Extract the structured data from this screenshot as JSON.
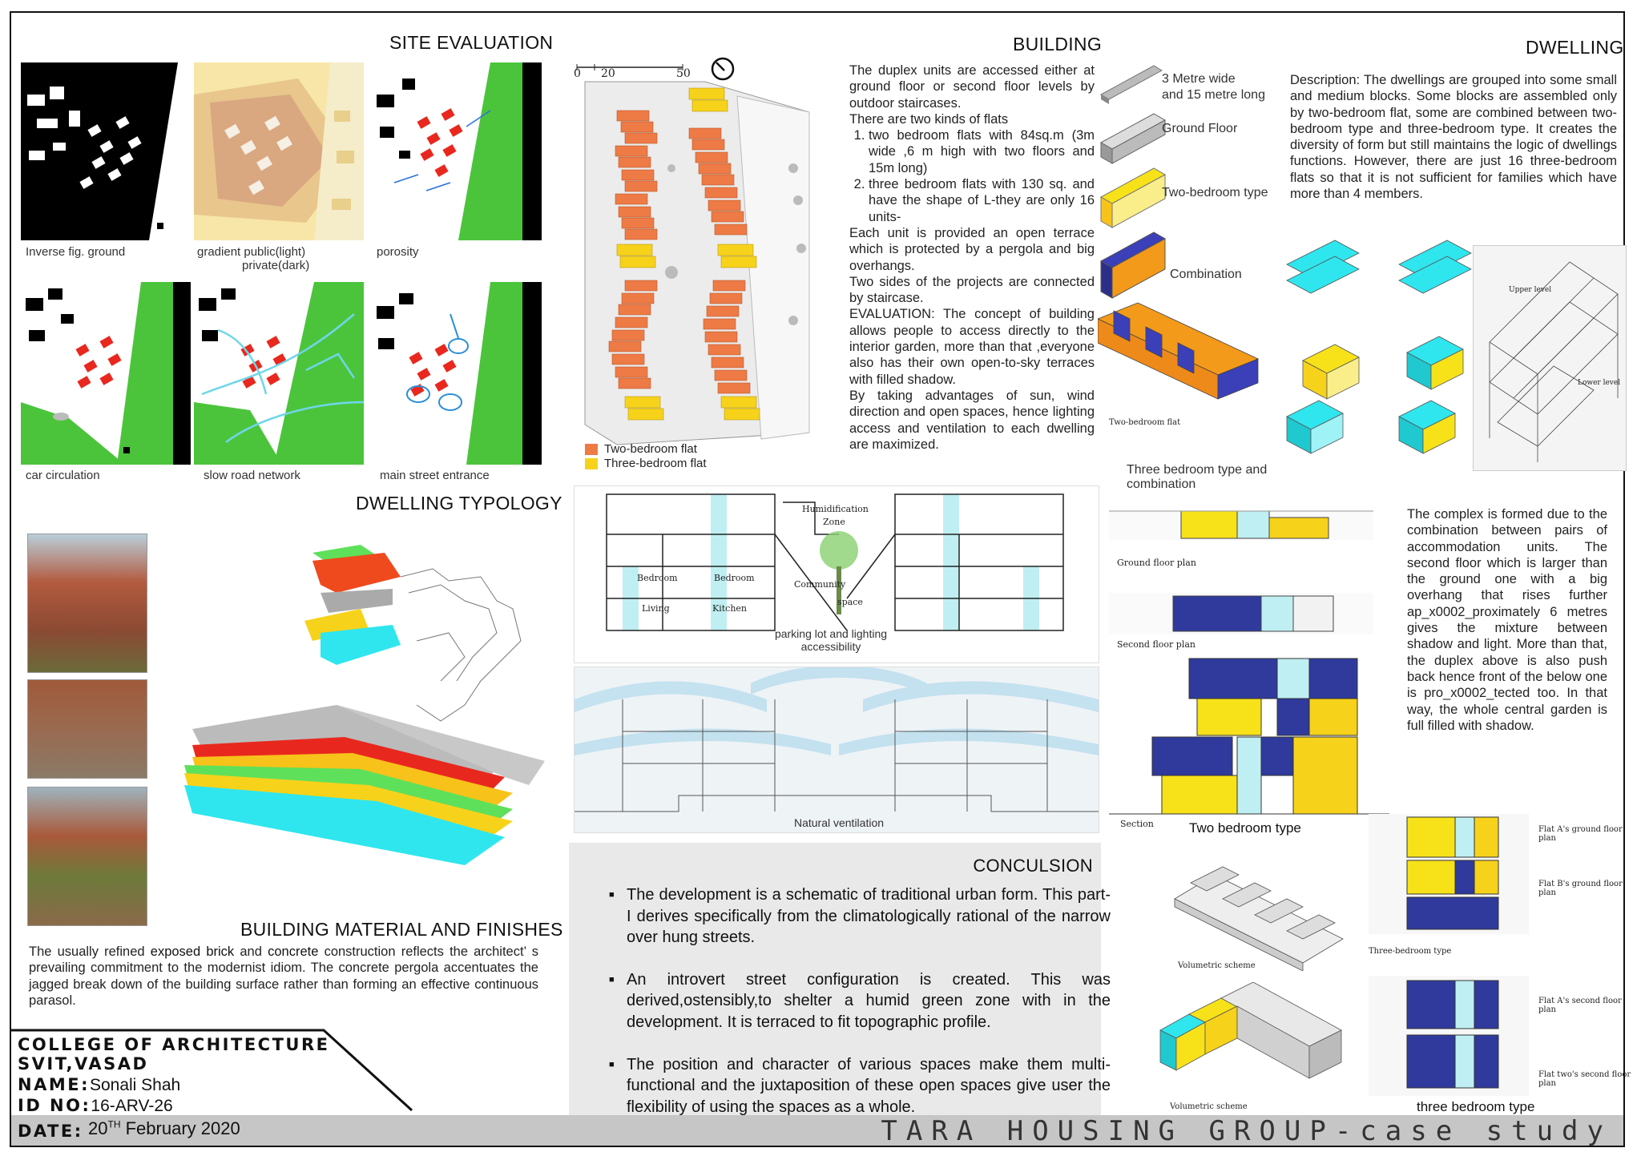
{
  "page": {
    "title": "TARA HOUSING GROUP-case study"
  },
  "site_evaluation": {
    "heading": "SITE EVALUATION",
    "tiles": [
      {
        "caption": "Inverse fig. ground"
      },
      {
        "caption": "gradient public(light)",
        "caption2": "private(dark)"
      },
      {
        "caption": "porosity"
      },
      {
        "caption": "car circulation"
      },
      {
        "caption": "slow road network"
      },
      {
        "caption": "main street entrance"
      }
    ]
  },
  "building": {
    "heading": "BUILDING",
    "scale": {
      "t0": "0",
      "t1": "20",
      "t2": "50"
    },
    "legend": [
      "Two-bedroom flat",
      "Three-bedroom flat"
    ],
    "intro": "The duplex units are accessed either at ground floor or second floor levels by outdoor staircases.",
    "kinds": "There are two kinds of flats",
    "items": [
      "two bedroom flats with 84sq.m (3m wide ,6 m high with two floors and 15m long)",
      "three bedroom flats with 130 sq. and have the shape of L-they are only 16 units-"
    ],
    "p1": "Each unit is provided an open terrace which is protected by a pergola and big overhangs.",
    "p2": "Two sides of the projects are connected by staircase.",
    "p3": "EVALUATION: The concept of building allows people to access directly to the interior garden, more than that ,everyone also has their own open-to-sky terraces with filled shadow.",
    "p4": "By taking advantages of sun, wind direction and open spaces, hence lighting access and ventilation to each dwelling are maximized."
  },
  "blocks": {
    "b1": "3 Metre wide",
    "b1b": "and 15 metre long",
    "b2": "Ground Floor",
    "b3": "Two-bedroom type",
    "b4": "Combination",
    "b5": "Two-bedroom flat"
  },
  "dwelling": {
    "heading": "DWELLING",
    "desc": "Description: The dwellings are grouped into some small and medium blocks. Some blocks are assembled only by two-bedroom flat, some are combined between two-bedroom type and three-bedroom type. It creates the diversity of form but still maintains the logic of dwellings functions. However, there are just 16 three-bedroom flats so that it is not sufficient for families which have more than 4 members.",
    "upper": "Upper level",
    "lower": "Lower level",
    "three_caption": "Three bedroom type and combination"
  },
  "section": {
    "labels": {
      "humid": "Humidification",
      "zone": "Zone",
      "bed1": "Bedroom",
      "bed2": "Bedroom",
      "living": "Living",
      "kitchen": "Kitchen",
      "comm": "Community",
      "space": "space"
    },
    "caption": "parking lot and lighting accessibility",
    "vent_caption": "Natural ventilation"
  },
  "plans": {
    "ground": "Ground floor plan",
    "second": "Second floor plan",
    "section": "Section",
    "two_caption": "Two bedroom type",
    "text": "The complex is formed due to the combination between pairs of accommodation units. The second floor which is larger than the ground one with a big overhang that rises further ap_x0002_proximately 6 metres gives the mixture between shadow and light. More than that, the duplex above is also push back hence front of the below one is pro_x0002_tected too. In that way, the whole central garden is full filled with shadow.",
    "vol1": "Volumetric scheme",
    "vol2": "Volumetric scheme",
    "flatA_g": "Flat A's ground floor plan",
    "flatB_g": "Flat B's ground floor plan",
    "three_type": "Three-bedroom type",
    "flatA_s": "Flat A's second floor plan",
    "flat2_s": "Flat two's second floor plan",
    "three_caption": "three bedroom type"
  },
  "typology": {
    "heading": "DWELLING TYPOLOGY"
  },
  "materials": {
    "heading": "BUILDING MATERIAL AND FINISHES",
    "t1": "The usually refined",
    "k1": "exposed brick",
    "t2": "and",
    "k2": "concrete",
    "t3": "construction reflects the architect’ s prevailing commitment to the modernist idiom. The concrete pergola accentuates the jagged break down of the building surface rather than forming an effective continuous parasol."
  },
  "conclusion": {
    "heading": "CONCULSION",
    "points": [
      "The development is a schematic of traditional urban form. This part-I derives specifically from the climatologically rational of the narrow over hung streets.",
      "An introvert street configuration is created. This was derived,ostensibly,to shelter a humid green zone with in the development. It is terraced to fit topographic profile.",
      "The position and character of various spaces make them multi-functional and the juxtaposition of these open spaces give user the flexibility of using the spaces as a whole."
    ]
  },
  "author": {
    "college": "COLLEGE OF ARCHITECTURE",
    "svit": "SVIT,VASAD",
    "name_label": "NAME:",
    "name": "Sonali Shah",
    "id_label": "ID NO:",
    "id": "16-ARV-26",
    "date_label": "DATE:",
    "date_day": "20",
    "date_sup": "TH",
    "date_rest": "February 2020"
  },
  "colors": {
    "red": "#e8281e",
    "orange": "#ee7a45",
    "yellow": "#f7e21a",
    "cyan": "#2fe6ee",
    "blue": "#3b3fb8",
    "green": "#4bc43b",
    "navy": "#2f3a9c",
    "light_blue": "#bfeff2"
  }
}
